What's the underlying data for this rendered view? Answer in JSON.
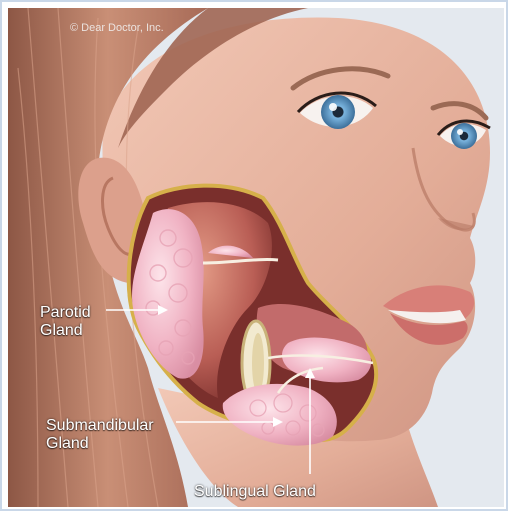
{
  "watermark": "© Dear Doctor, Inc.",
  "labels": {
    "parotid_line1": "Parotid",
    "parotid_line2": "Gland",
    "submandibular_line1": "Submandibular",
    "submandibular_line2": "Gland",
    "sublingual": "Sublingual Gland"
  },
  "colors": {
    "frame_border": "#c9d7e8",
    "skin": "#e7b7a4",
    "hair": "#b47a62",
    "gland": "#f1b6c6",
    "muscle": "#b95e55",
    "cutaway_rim": "#d6b04a",
    "eye_iris": "#5f9fcf",
    "label_text": "#ffffff"
  }
}
